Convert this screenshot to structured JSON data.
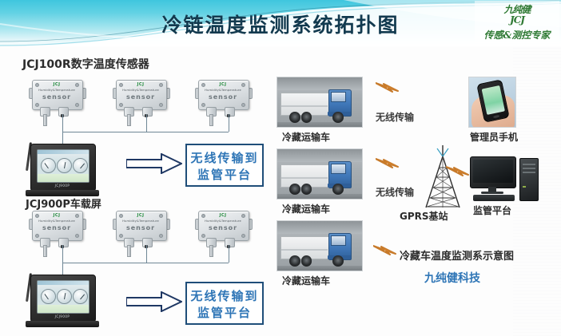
{
  "header": {
    "title": "冷链温度监测系统拓扑图",
    "logo": {
      "line1": "九纯健",
      "line2": "JCJ",
      "line3": "传感&测控专家"
    },
    "bg_gradient_from": "#3fc6de",
    "bg_gradient_to": "#ffffff"
  },
  "left_panel": {
    "top_group_title": "JCJ100R数字温度传感器",
    "vehicle_screen_label": "JCJ900P车载屏",
    "sensors": [
      {
        "brand": "JCJ",
        "subtitle": "Humidity&Temperature",
        "word": "sensor"
      },
      {
        "brand": "JCJ",
        "subtitle": "Humidity&Temperature",
        "word": "sensor"
      },
      {
        "brand": "JCJ",
        "subtitle": "Humidity&Temperature",
        "word": "sensor"
      },
      {
        "brand": "JCJ",
        "subtitle": "Humidity&Temperature",
        "word": "sensor"
      },
      {
        "brand": "JCJ",
        "subtitle": "Humidity&Temperature",
        "word": "sensor"
      },
      {
        "brand": "JCJ",
        "subtitle": "Humidity&Temperature",
        "word": "sensor"
      }
    ],
    "callouts": [
      {
        "line1": "无线传输到",
        "line2": "监管平台"
      },
      {
        "line1": "无线传输到",
        "line2": "监管平台"
      }
    ],
    "callout_text_color": "#2e75b6",
    "callout_border_color": "#1f4e79"
  },
  "right_panel": {
    "trucks": [
      {
        "caption": "冷藏运输车"
      },
      {
        "caption": "冷藏运输车"
      },
      {
        "caption": "冷藏运输车"
      }
    ],
    "wireless_labels": [
      "无线传输",
      "无线传输"
    ],
    "phone_caption": "管理员手机",
    "tower_caption": "GPRS基站",
    "platform_caption": "监管平台",
    "diagram_caption": "冷藏车温度监测系示意图",
    "company": "九纯健科技",
    "company_color": "#2e75b6"
  }
}
